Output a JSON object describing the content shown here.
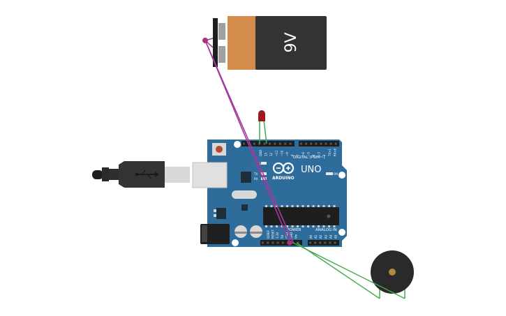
{
  "battery": {
    "label": "9V"
  },
  "arduino": {
    "model": "UNO",
    "brand": "ARDUINO",
    "digital_label": "DIGITAL (PWM~)",
    "analog_label": "ANALOG IN",
    "power_label": "POWER",
    "on_label": "ON",
    "tx_label": "TX",
    "rx_label": "RX",
    "l_label": "L",
    "digital_pins": [
      "GND",
      "13",
      "12",
      "~11",
      "~10",
      "~9",
      "8",
      "7",
      "~6",
      "~5",
      "4",
      "~3",
      "2",
      "TX>1",
      "RX<0"
    ],
    "analog_pins": [
      "A0",
      "A1",
      "A2",
      "A3",
      "A4",
      "A5"
    ],
    "power_pins": [
      "IOREF",
      "RESET",
      "3.3V",
      "5V",
      "GND",
      "GND",
      "Vin"
    ]
  },
  "colors": {
    "board": "#2e6c9c",
    "board_dark": "#255a83",
    "battery_copper": "#d38c4c",
    "battery_body": "#333333",
    "wire_magenta": "#a53a9c",
    "wire_green": "#3faa4c",
    "led_red": "#9c1a1a",
    "buzzer": "#2a2a2a",
    "buzzer_center": "#b08a3a"
  }
}
